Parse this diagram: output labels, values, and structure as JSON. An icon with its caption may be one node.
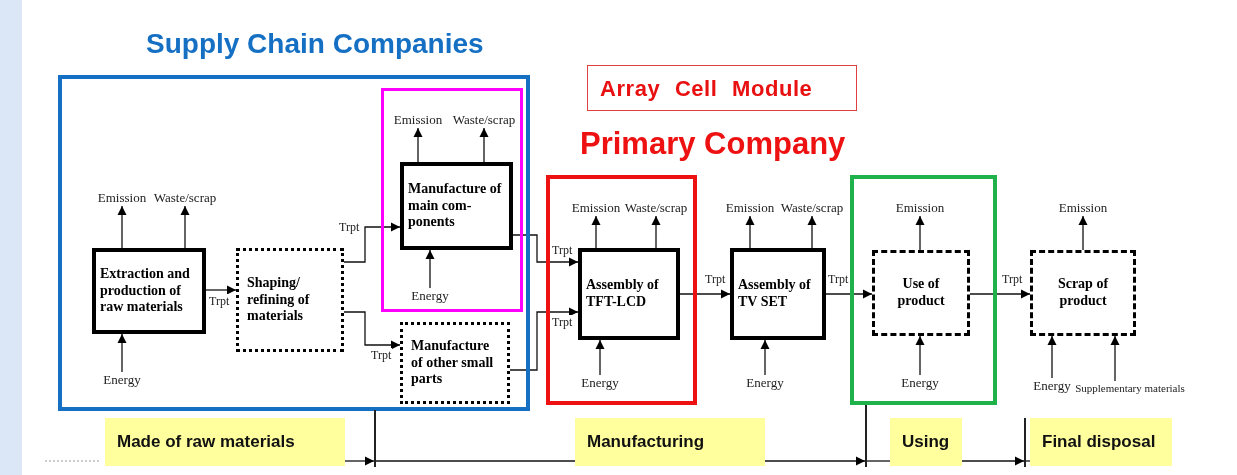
{
  "diagram": {
    "nodes": [
      {
        "text": [
          "Supply Chain Companies"
        ]
      },
      {
        "text": [],
        "shape": "box",
        "in": 0
      },
      {
        "text": [
          "Array Cell Module"
        ]
      },
      {
        "text": [
          "Primary Company"
        ]
      },
      {
        "text": [],
        "shape": "box"
      },
      {
        "text": [
          "Extraction and production of raw materials"
        ],
        "in": 0
      },
      {
        "text": [
          "Shaping/ refining of materials"
        ],
        "in": 0
      },
      {
        "text": [
          "Manufacture of main com- ponents"
        ],
        "in": 1
      },
      {
        "text": [
          "Manufacture of other small parts"
        ],
        "in": 0
      },
      {
        "text": [
          "Assembly of TFT-LCD"
        ],
        "in": 3
      },
      {
        "text": [
          "Assembly of TV SET"
        ]
      },
      {
        "text": [
          "Use of product"
        ],
        "in": 4
      },
      {
        "text": [
          "Scrap of product"
        ]
      },
      {
        "text": [
          "Emission"
        ],
        "in": 0
      },
      {
        "text": [
          "Waste/scrap"
        ],
        "in": 0
      },
      {
        "text": [
          "Energy"
        ],
        "in": 0
      },
      {
        "text": [
          "Emission"
        ],
        "in": 1
      },
      {
        "text": [
          "Waste/scrap"
        ],
        "in": 1
      },
      {
        "text": [
          "Energy"
        ],
        "in": 1
      },
      {
        "text": [
          "Emission"
        ],
        "in": 3
      },
      {
        "text": [
          "Waste/scrap"
        ],
        "in": 3
      },
      {
        "text": [
          "Energy"
        ],
        "in": 3
      },
      {
        "text": [
          "Emission"
        ]
      },
      {
        "text": [
          "Waste/scrap"
        ]
      },
      {
        "text": [
          "Energy"
        ]
      },
      {
        "text": [
          "Emission"
        ],
        "in": 4
      },
      {
        "text": [
          "Energy"
        ],
        "in": 4
      },
      {
        "text": [
          "Emission"
        ]
      },
      {
        "text": [
          "Energy"
        ]
      },
      {
        "text": [
          "Supplementary materials"
        ]
      },
      {
        "text": [
          "Made of raw materials"
        ]
      },
      {
        "text": [
          "Manufacturing"
        ]
      },
      {
        "text": [
          "Using"
        ]
      },
      {
        "text": [
          "Final disposal"
        ]
      },
      {
        "text": [],
        "shape": "bar"
      },
      {
        "text": [],
        "shape": "bar"
      },
      {
        "text": [],
        "shape": "bar"
      }
    ],
    "edges": [
      {
        "from": 5,
        "to": 6,
        "arrow": "to",
        "label": "Trpt"
      },
      {
        "from": 6,
        "to": 7,
        "arrow": "to",
        "label": "Trpt"
      },
      {
        "from": 6,
        "to": 8,
        "arrow": "to",
        "label": "Trpt"
      },
      {
        "from": 7,
        "to": 9,
        "arrow": "to",
        "label": "Trpt"
      },
      {
        "from": 8,
        "to": 9,
        "arrow": "to",
        "label": "Trpt"
      },
      {
        "from": 9,
        "to": 10,
        "arrow": "to",
        "label": "Trpt"
      },
      {
        "from": 10,
        "to": 11,
        "arrow": "to",
        "label": "Trpt"
      },
      {
        "from": 11,
        "to": 12,
        "arrow": "to",
        "label": "Trpt"
      },
      {
        "from": 5,
        "to": 13,
        "arrow": "to"
      },
      {
        "from": 5,
        "to": 14,
        "arrow": "to"
      },
      {
        "from": 15,
        "to": 5,
        "arrow": "to"
      },
      {
        "from": 7,
        "to": 16,
        "arrow": "to"
      },
      {
        "from": 7,
        "to": 17,
        "arrow": "to"
      },
      {
        "from": 18,
        "to": 7,
        "arrow": "to"
      },
      {
        "from": 9,
        "to": 19,
        "arrow": "to"
      },
      {
        "from": 9,
        "to": 20,
        "arrow": "to"
      },
      {
        "from": 21,
        "to": 9,
        "arrow": "to"
      },
      {
        "from": 10,
        "to": 22,
        "arrow": "to"
      },
      {
        "from": 10,
        "to": 23,
        "arrow": "to"
      },
      {
        "from": 24,
        "to": 10,
        "arrow": "to"
      },
      {
        "from": 11,
        "to": 25,
        "arrow": "to"
      },
      {
        "from": 26,
        "to": 11,
        "arrow": "to"
      },
      {
        "from": 12,
        "to": 27,
        "arrow": "to"
      },
      {
        "from": 28,
        "to": 12,
        "arrow": "to"
      },
      {
        "from": 29,
        "to": 12,
        "arrow": "to"
      },
      {
        "from": 30,
        "to": 34,
        "arrow": "to"
      },
      {
        "from": 34,
        "to": 31,
        "arrow": "none"
      },
      {
        "from": 31,
        "to": 35,
        "arrow": "to"
      },
      {
        "from": 35,
        "to": 32,
        "arrow": "none"
      },
      {
        "from": 32,
        "to": 36,
        "arrow": "to"
      },
      {
        "from": 36,
        "to": 33,
        "arrow": "none"
      }
    ]
  }
}
